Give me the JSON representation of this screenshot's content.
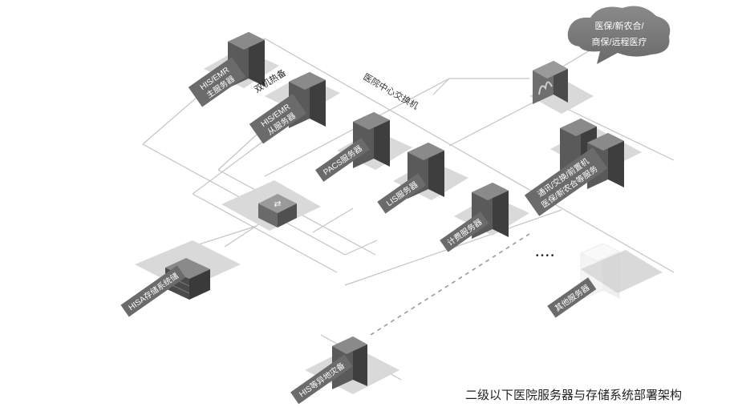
{
  "title": "二级以下医院服务器与存储系统部署架构",
  "core_switch_label": "医院中心交换机",
  "hot_standby_label": "双机热备",
  "cloud": {
    "line1": "医保/新农合/",
    "line2": "商保/远程医疗"
  },
  "servers": {
    "his_main": {
      "line1": "HIS/EMR",
      "line2": "主服务器"
    },
    "his_slave": {
      "line1": "HIS/EMR",
      "line2": "从服务器"
    },
    "pacs": {
      "line1": "PACS服务器"
    },
    "lis": {
      "line1": "LIS服务器"
    },
    "billing": {
      "line1": "计费服务器"
    },
    "comm": {
      "line1": "通讯/交换/前置机",
      "line2": "医保/新农合等服务"
    },
    "other": {
      "line1": "其他服务器"
    },
    "storage": {
      "line1": "HISA存储系统储"
    },
    "remote": {
      "line1": "HIS等异地灾备"
    }
  },
  "ellipsis": "• • • •",
  "colors": {
    "label_bg": "#6b6b6b",
    "label_text": "#ffffff",
    "line": "#bdbdbd",
    "shadow": "#d6d6d6",
    "server_dark": "#555555",
    "server_mid": "#7a7a7a",
    "server_light": "#9a9a9a"
  }
}
